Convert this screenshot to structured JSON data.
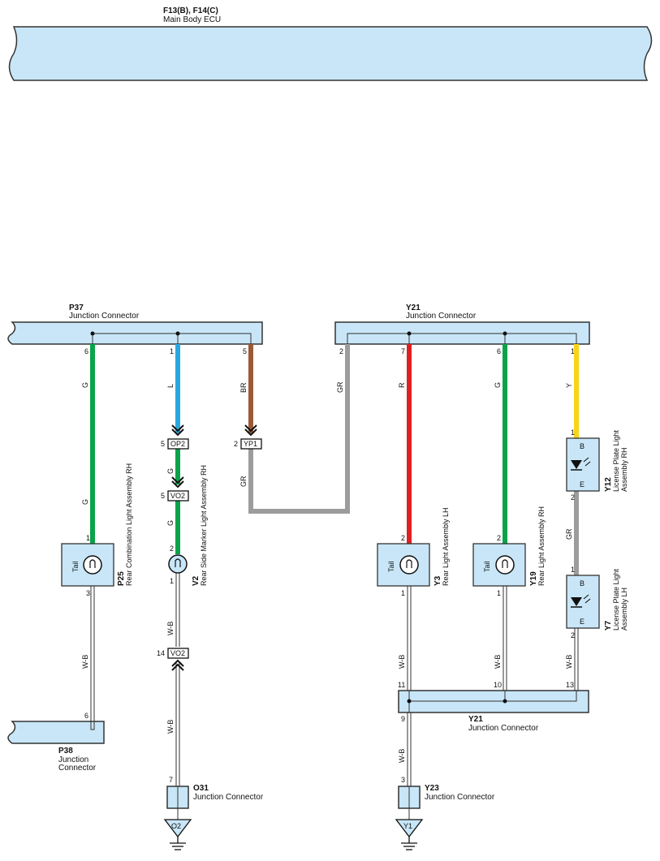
{
  "ecu": {
    "id": "F13(B), F14(C)",
    "name": "Main Body ECU"
  },
  "p37": {
    "id": "P37",
    "name": "Junction Connector",
    "pins": [
      "6",
      "1",
      "5"
    ]
  },
  "y21_top": {
    "id": "Y21",
    "name": "Junction Connector",
    "pins": [
      "2",
      "7",
      "6",
      "1"
    ]
  },
  "p38": {
    "id": "P38",
    "name1": "Junction",
    "name2": "Connector",
    "pin": "6"
  },
  "y21_bot": {
    "id": "Y21",
    "name": "Junction Connector",
    "pins": [
      "11",
      "10",
      "13",
      "9"
    ]
  },
  "o31": {
    "id": "O31",
    "name": "Junction Connector",
    "pin": "7",
    "ground": "O2"
  },
  "y23": {
    "id": "Y23",
    "name": "Junction Connector",
    "pin": "3",
    "ground": "Y1"
  },
  "p25": {
    "id": "P25",
    "name": "Rear Combination Light Assembly RH",
    "function": "Tail",
    "pin_in": "1",
    "pin_out": "3"
  },
  "v2": {
    "id": "V2",
    "name": "Rear Side Marker Light Assembly RH",
    "pin_in": "2",
    "pin_out": "1"
  },
  "y3": {
    "id": "Y3",
    "name": "Rear Light Assembly LH",
    "function": "Tail",
    "pin_in": "2",
    "pin_out": "1"
  },
  "y19": {
    "id": "Y19",
    "name": "Rear Light Assembly RH",
    "function": "Tail",
    "pin_in": "2",
    "pin_out": "1"
  },
  "y12": {
    "id": "Y12",
    "name1": "License Plate Light",
    "name2": "Assembly RH",
    "term_b": "B",
    "term_e": "E",
    "pin_in": "1",
    "pin_out": "2"
  },
  "y7": {
    "id": "Y7",
    "name1": "License Plate Light",
    "name2": "Assembly LH",
    "term_b": "B",
    "term_e": "E",
    "pin_in": "1",
    "pin_out": "2"
  },
  "conn_op2": {
    "id": "OP2",
    "pin": "5"
  },
  "conn_yp1": {
    "id": "YP1",
    "pin": "2"
  },
  "conn_vo2_a": {
    "id": "VO2",
    "pin": "5"
  },
  "conn_vo2_b": {
    "id": "VO2",
    "pin": "14"
  },
  "wires": {
    "g_p37_upper": "G",
    "g_p37_lower": "G",
    "l_p37": "L",
    "g_v2_a": "G",
    "g_v2_b": "G",
    "br_p37": "BR",
    "gr_yp1": "GR",
    "gr_y21": "GR",
    "r_y21": "R",
    "g_y21": "G",
    "y_y21": "Y",
    "gr_y12_y7": "GR",
    "wb_p25": "W-B",
    "wb_v2": "W-B",
    "wb_vo2": "W-B",
    "wb_y3": "W-B",
    "wb_y19": "W-B",
    "wb_y7": "W-B",
    "wb_y21": "W-B"
  },
  "colors": {
    "connector_fill": "#c8e6f7",
    "wire_green": "#0aa34a",
    "wire_blue": "#29a8e0",
    "wire_brown": "#9a5a36",
    "wire_gray": "#9c9c9c",
    "wire_red": "#e02020",
    "wire_yellow": "#f7d516"
  }
}
